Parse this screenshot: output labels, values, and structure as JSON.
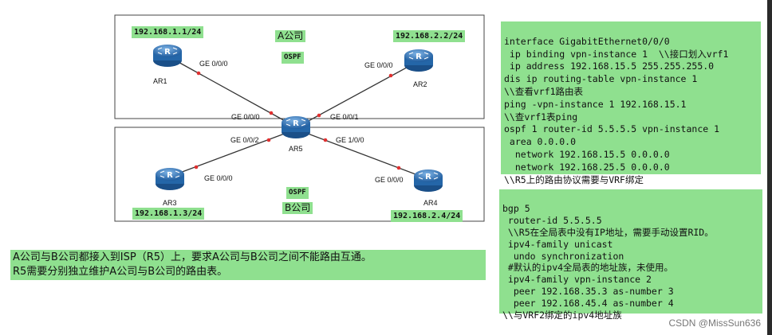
{
  "diagram": {
    "company_a": {
      "label": "A公司",
      "protocol": "OSPF"
    },
    "company_b": {
      "label": "B公司",
      "protocol": "OSPF"
    },
    "routers": {
      "ar1": {
        "name": "AR1",
        "ip": "192.168.1.1/24"
      },
      "ar2": {
        "name": "AR2",
        "ip": "192.168.2.2/24"
      },
      "ar3": {
        "name": "AR3",
        "ip": "192.168.1.3/24"
      },
      "ar4": {
        "name": "AR4",
        "ip": "192.168.2.4/24"
      },
      "ar5": {
        "name": "AR5"
      }
    },
    "ports": {
      "ar1": "GE 0/0/0",
      "ar2": "GE 0/0/0",
      "ar3": "GE 0/0/0",
      "ar4": "GE 0/0/0",
      "ar5_to_ar1": "GE 0/0/0",
      "ar5_to_ar2": "GE 0/0/1",
      "ar5_to_ar3": "GE 0/0/2",
      "ar5_to_ar4": "GE 1/0/0"
    }
  },
  "requirement": {
    "line1": "A公司与B公司都接入到ISP（R5）上，要求A公司与B公司之间不能路由互通。",
    "line2": "R5需要分别独立维护A公司与B公司的路由表。"
  },
  "code_top": [
    "interface GigabitEthernet0/0/0",
    " ip binding vpn-instance 1  \\\\接口划入vrf1",
    " ip address 192.168.15.5 255.255.255.0",
    "dis ip routing-table vpn-instance 1",
    "\\\\查看vrf1路由表",
    "ping -vpn-instance 1 192.168.15.1",
    "\\\\查vrf1表ping",
    "ospf 1 router-id 5.5.5.5 vpn-instance 1",
    " area 0.0.0.0",
    "  network 192.168.15.5 0.0.0.0",
    "  network 192.168.25.5 0.0.0.0",
    "\\\\R5上的路由协议需要与VRF绑定"
  ],
  "code_bottom": [
    "bgp 5",
    " router-id 5.5.5.5",
    " \\\\R5在全局表中没有IP地址，需要手动设置RID。",
    " ipv4-family unicast",
    "  undo synchronization",
    " #默认的ipv4全局表的地址族，未使用。",
    " ipv4-family vpn-instance 2",
    "  peer 192.168.35.3 as-number 3",
    "  peer 192.168.45.4 as-number 4",
    "\\\\与VRF2绑定的ipv4地址族"
  ],
  "watermark": "CSDN @MissSun636",
  "colors": {
    "highlight": "#8fe08f",
    "link": "#333333",
    "port_dot": "#e03030",
    "router": "#2f6fb0"
  }
}
